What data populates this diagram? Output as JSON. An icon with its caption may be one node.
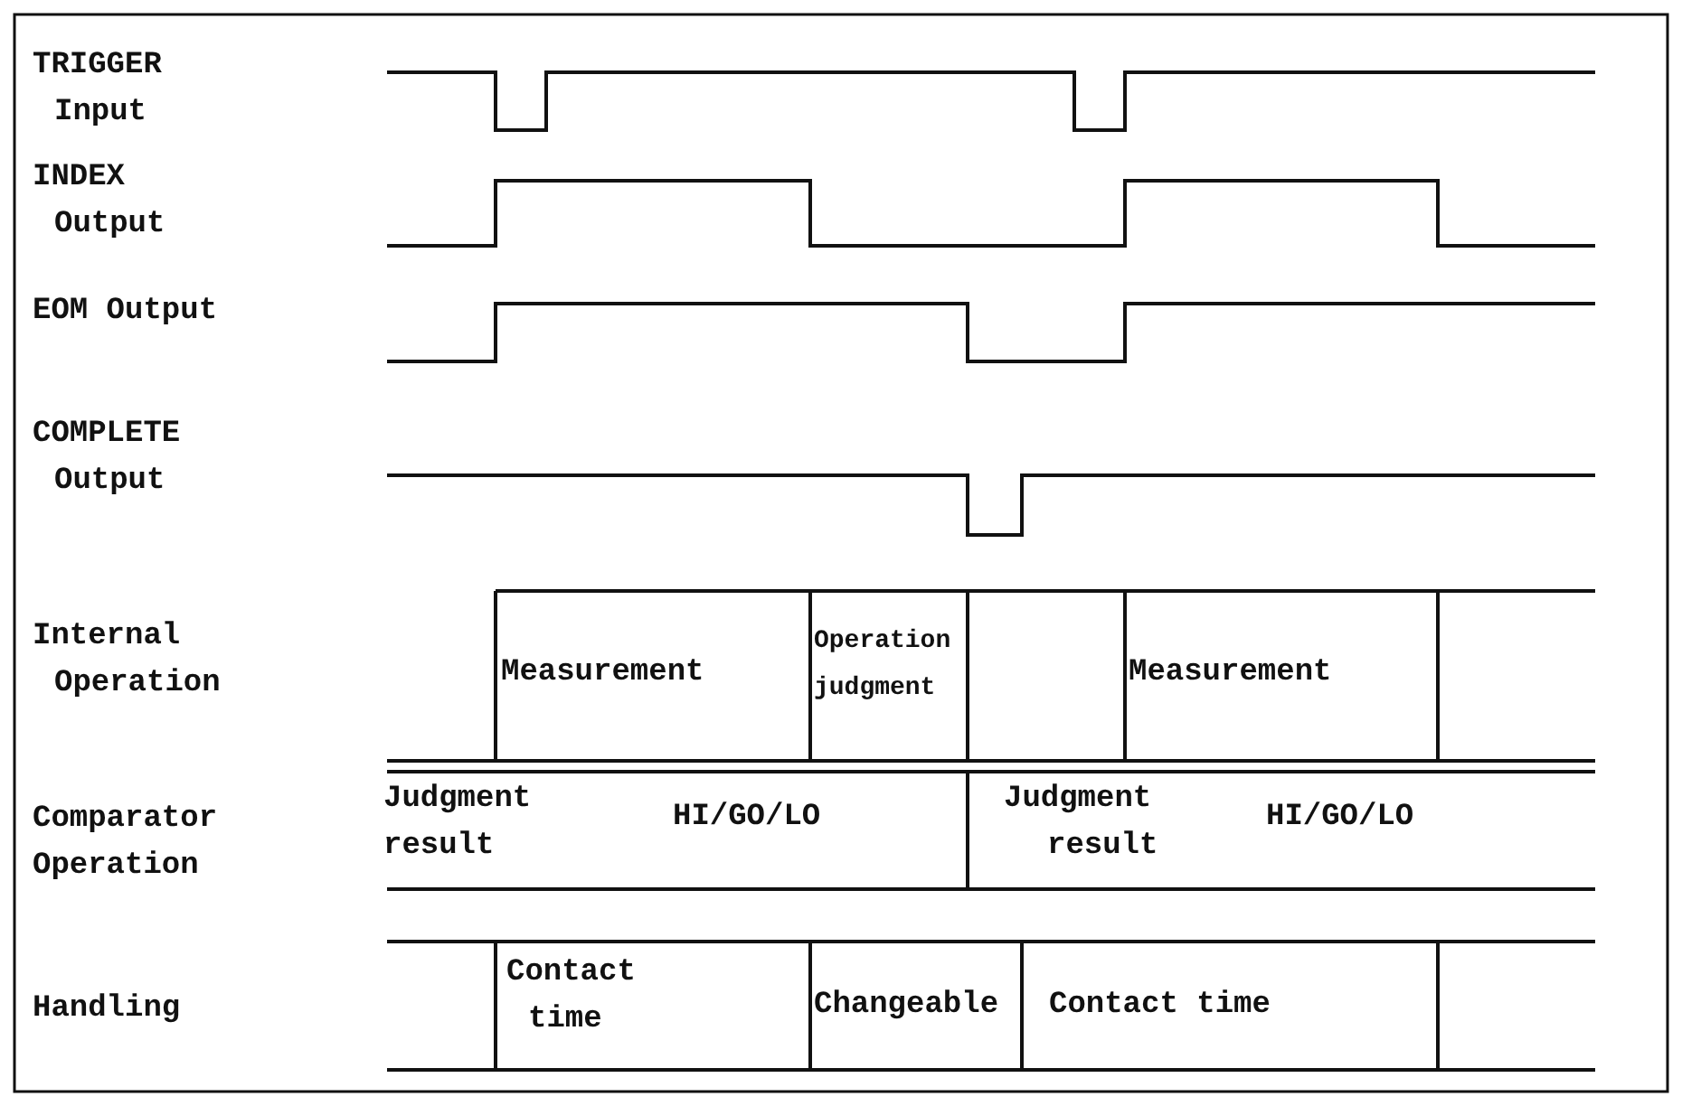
{
  "diagram": {
    "labels": [
      "TRIGGER Input",
      "INDEX Output",
      "EOM Output",
      "COMPLETE Output",
      "Internal Operation",
      "Comparator Operation",
      "Handling",
      "Measurement",
      "Operation judgment",
      "Measurement",
      "Judgment result",
      "HI/GO/LO",
      "Judgment result",
      "HI/GO/LO",
      "Contact time",
      "Changeable",
      "Contact time"
    ]
  }
}
